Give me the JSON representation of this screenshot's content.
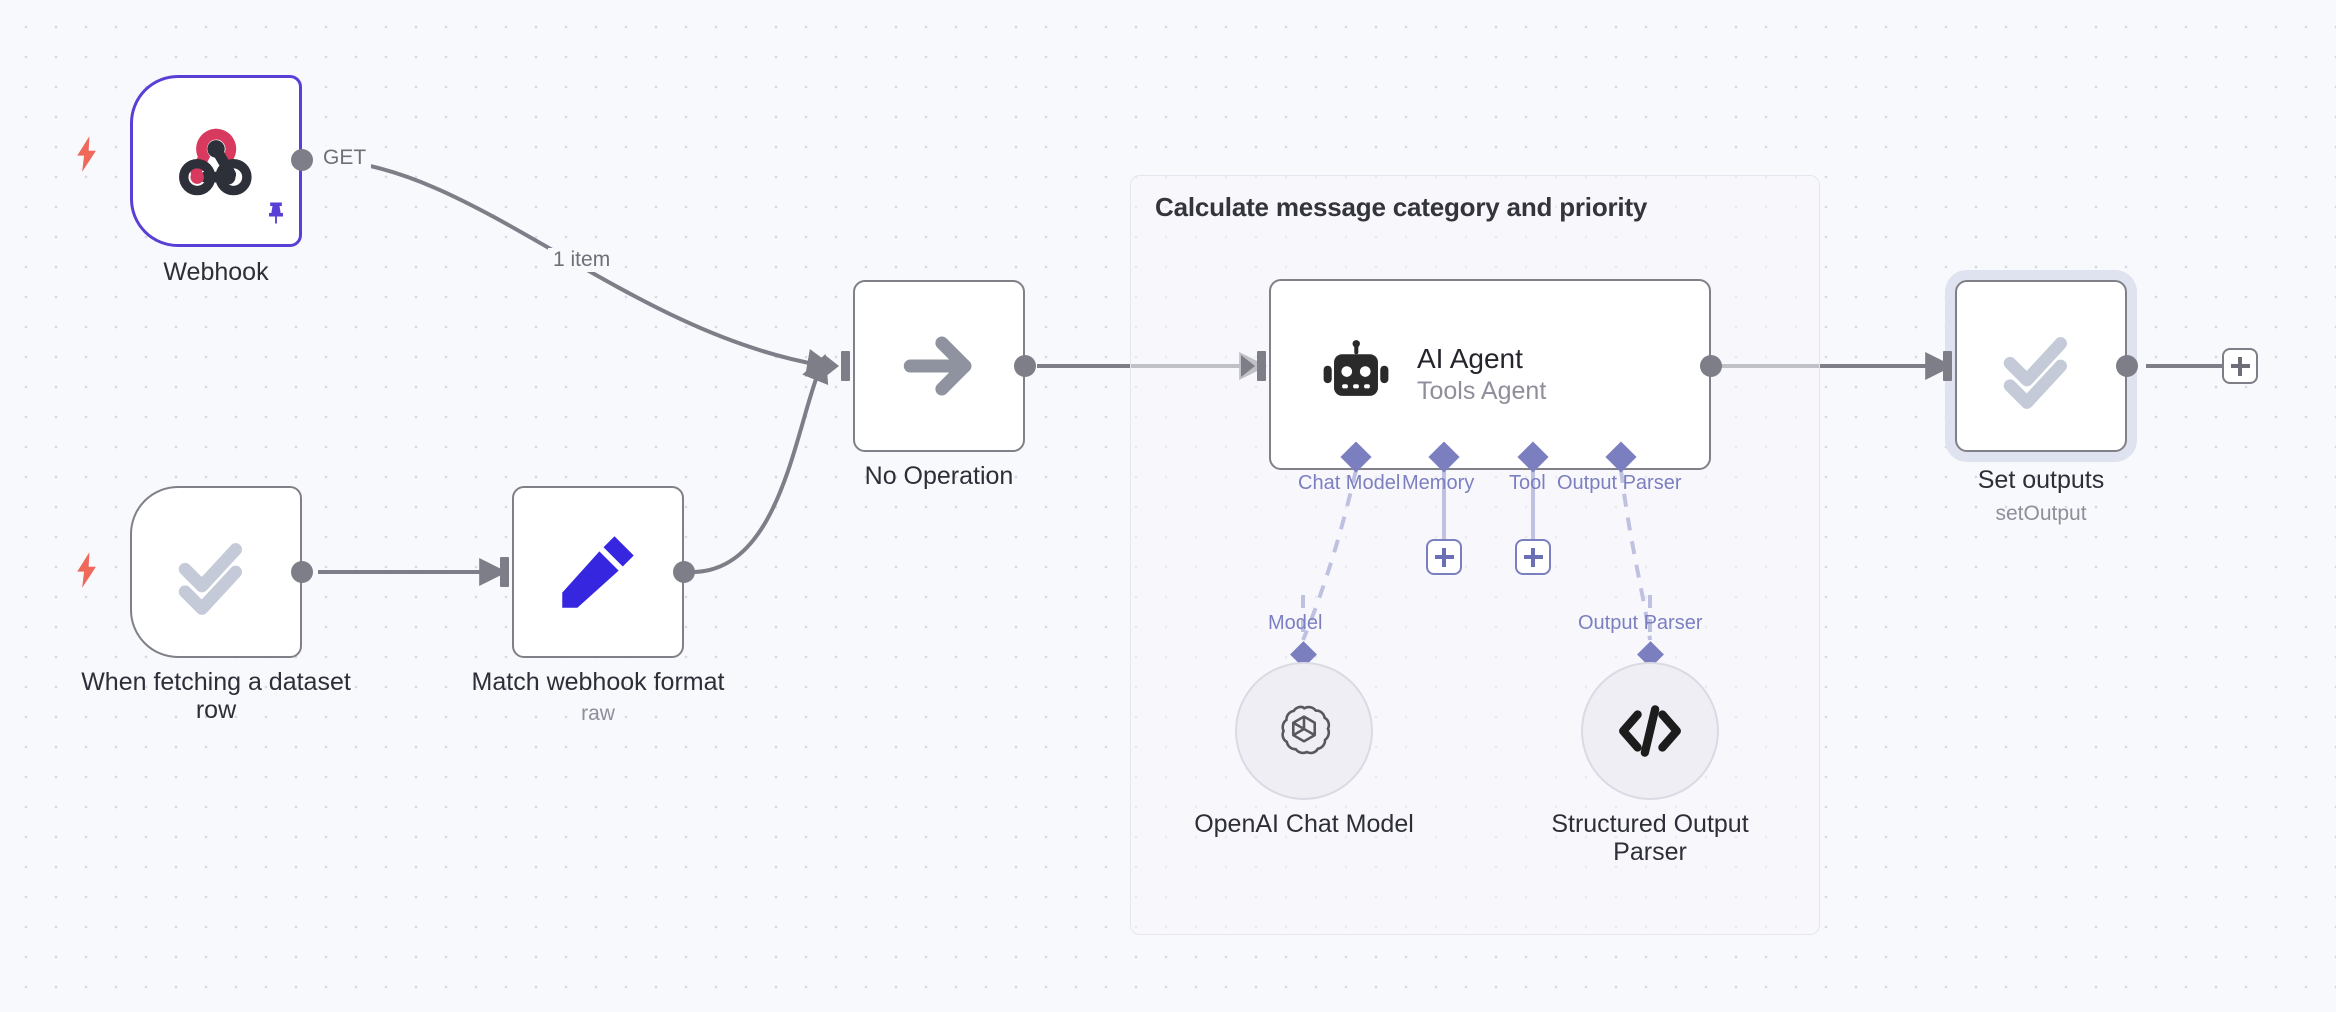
{
  "canvas": {
    "background_color": "#f8f9fc",
    "grid_dot_color": "#d7dae3"
  },
  "group": {
    "title": "Calculate message category and priority",
    "border_color": "#e4e6ef"
  },
  "nodes": {
    "webhook": {
      "label": "Webhook",
      "icon": "webhook-icon",
      "border_color": "#5a3fd6",
      "is_trigger": true,
      "pinned": true
    },
    "when_fetching": {
      "label": "When fetching a dataset\nrow",
      "icon": "double-check-icon",
      "is_trigger": true
    },
    "match_webhook": {
      "label": "Match webhook format",
      "sublabel": "raw",
      "icon": "pencil-icon",
      "icon_color": "#3726e0"
    },
    "no_operation": {
      "label": "No Operation",
      "icon": "arrow-right-icon"
    },
    "ai_agent": {
      "label": "AI Agent",
      "sublabel": "Tools Agent",
      "icon": "robot-icon"
    },
    "set_outputs": {
      "label": "Set outputs",
      "sublabel": "setOutput",
      "icon": "double-check-icon",
      "selected": true
    },
    "openai_chat_model": {
      "label": "OpenAI Chat Model",
      "icon": "openai-icon"
    },
    "structured_output_parser": {
      "label": "Structured Output\nParser",
      "icon": "code-brackets-icon"
    }
  },
  "ai_ports": [
    {
      "label": "Chat Model",
      "connected": true
    },
    {
      "label": "Memory",
      "connected": false
    },
    {
      "label": "Tool",
      "connected": false
    },
    {
      "label": "Output Parser",
      "connected": true
    }
  ],
  "sub_connection_labels": {
    "model": "Model",
    "output_parser": "Output Parser"
  },
  "edge_labels": {
    "webhook_method": "GET",
    "webhook_items": "1 item"
  },
  "buttons": {
    "add_memory": "+",
    "add_tool": "+",
    "add_after_set_outputs": "+"
  },
  "colors": {
    "accent_purple": "#5a3fd6",
    "ai_connector": "#7b7fc0",
    "trigger_bolt": "#f0685a",
    "node_border": "#808089",
    "edge": "#7d7e87"
  }
}
